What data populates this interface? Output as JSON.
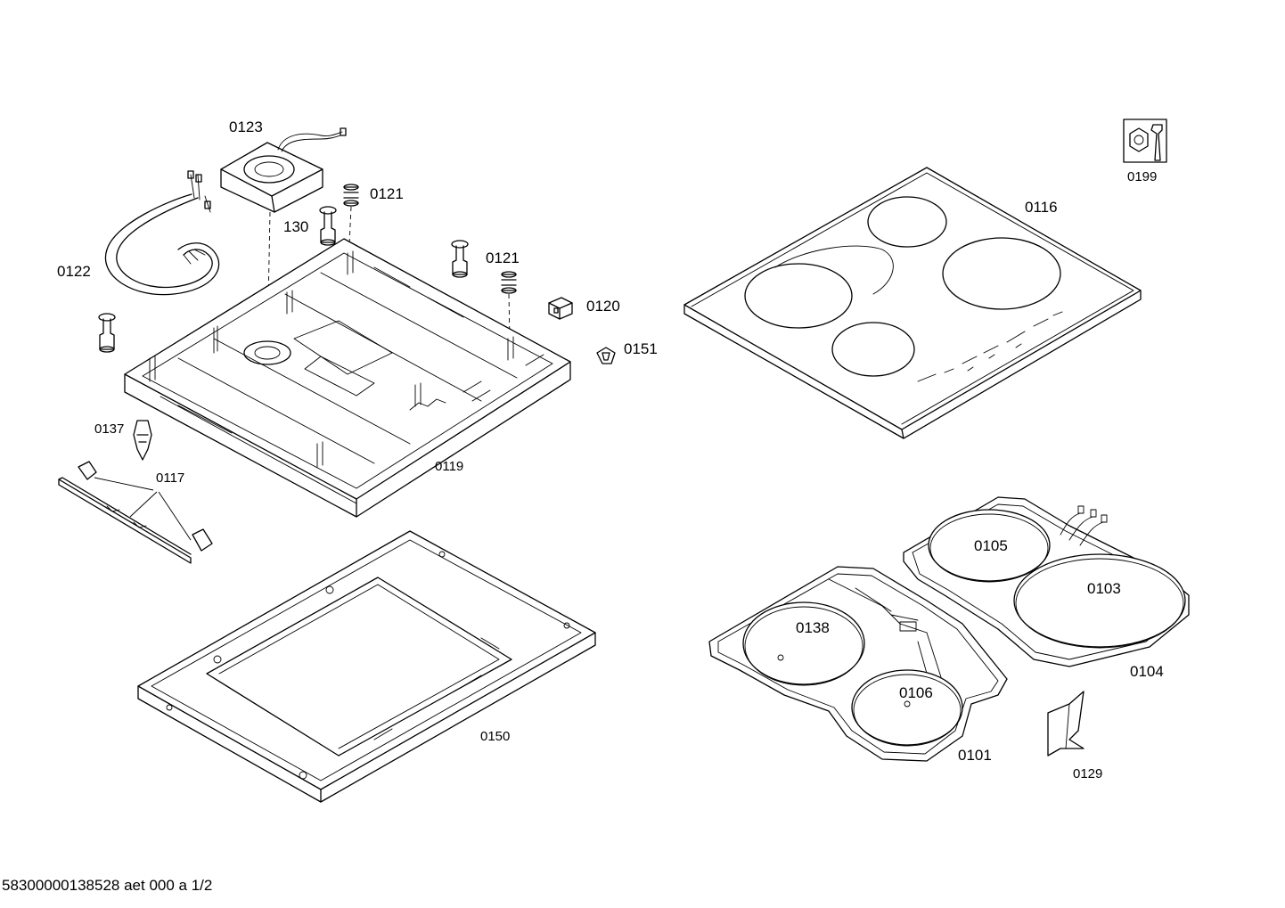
{
  "labels": {
    "p0123": "0123",
    "p0121a": "0121",
    "p130": "130",
    "p0122": "0122",
    "p0121b": "0121",
    "p0120": "0120",
    "p0151": "0151",
    "p0137": "0137",
    "p0117": "0117",
    "p0119": "0119",
    "p0150": "0150",
    "p0116": "0116",
    "p0199": "0199",
    "p0105": "0105",
    "p0103": "0103",
    "p0104": "0104",
    "p0138": "0138",
    "p0106": "0106",
    "p0101": "0101",
    "p0129": "0129"
  },
  "footer": {
    "doc_id": "58300000138528 aet 000 a 1/2"
  }
}
